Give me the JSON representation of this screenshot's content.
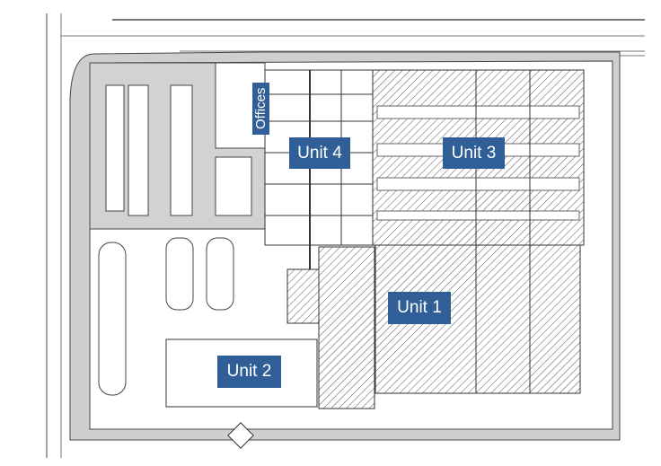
{
  "plan": {
    "labels": {
      "offices": "Offices",
      "unit4": "Unit 4",
      "unit3": "Unit 3",
      "unit1": "Unit 1",
      "unit2": "Unit 2"
    },
    "colors": {
      "label_bg": "#2f5f96",
      "label_text": "#ffffff",
      "paving": "#c8c8c8",
      "linework": "#333333"
    }
  }
}
